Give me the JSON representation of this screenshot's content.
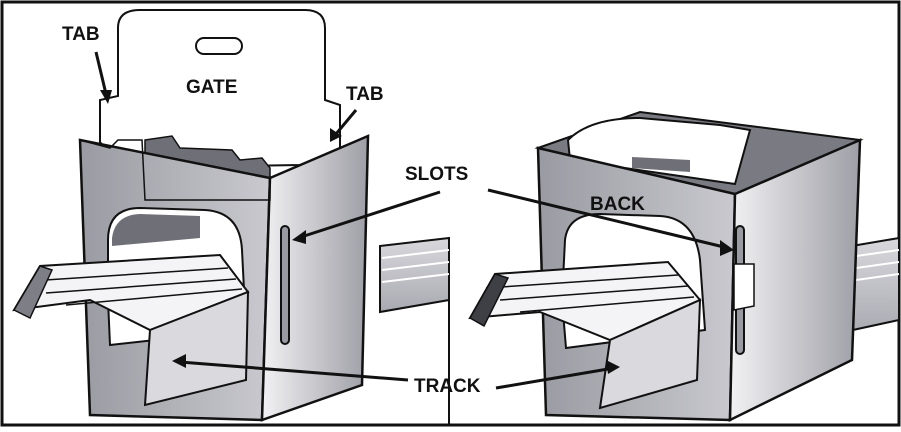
{
  "labels": {
    "tab_left": "TAB",
    "gate": "GATE",
    "tab_right": "TAB",
    "slots": "SLOTS",
    "back": "BACK",
    "track": "TRACK"
  },
  "colors": {
    "ink": "#111111",
    "panel_light": "#e8e8ec",
    "panel_mid": "#bdbdc4",
    "panel_dark": "#8e8e96",
    "paper": "#ffffff"
  }
}
